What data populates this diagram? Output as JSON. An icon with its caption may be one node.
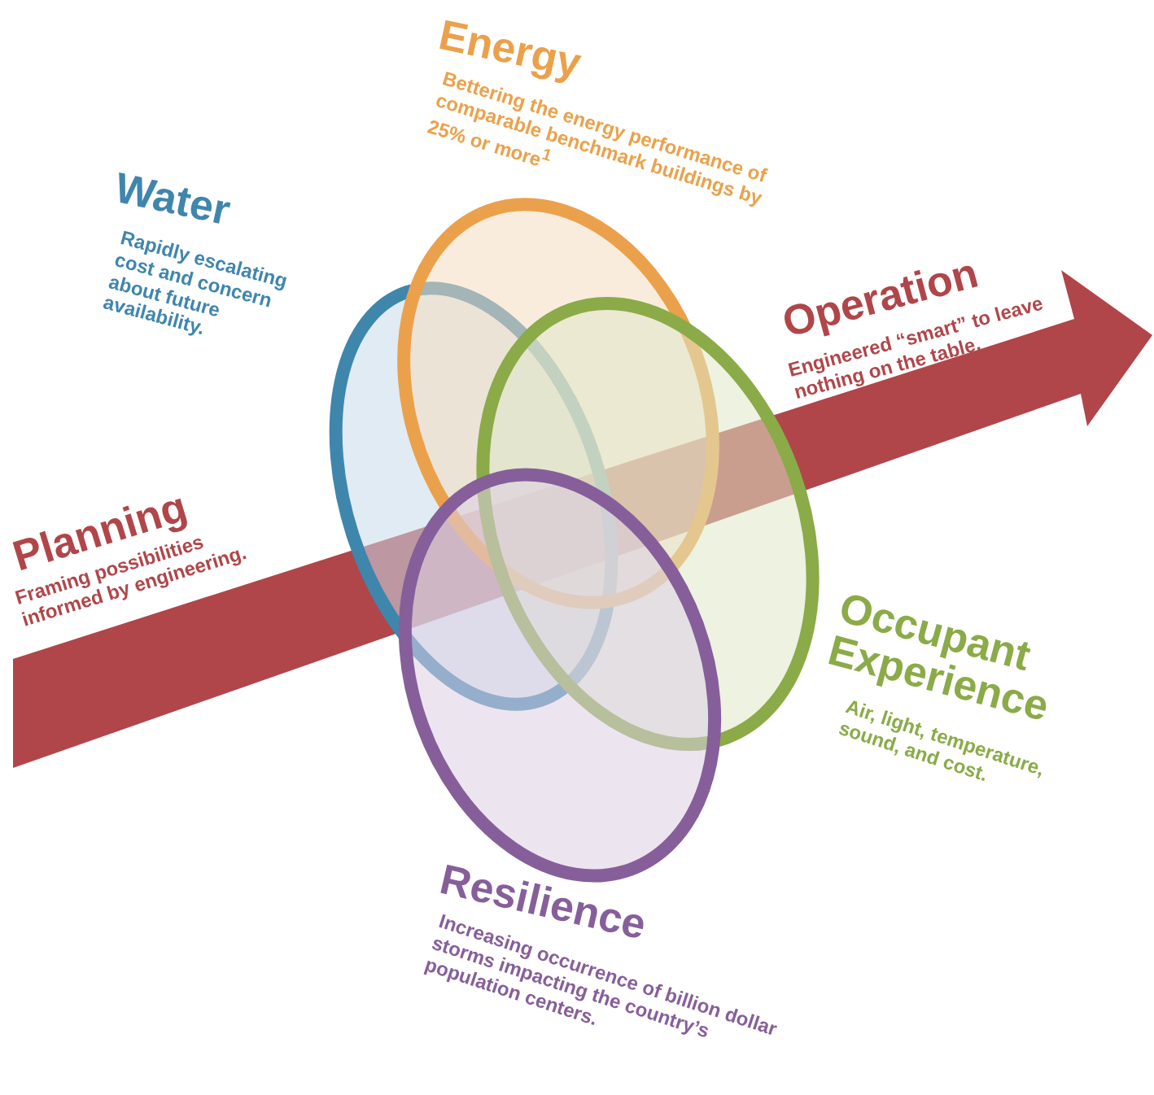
{
  "diagram": {
    "labels": [
      "Energy",
      "Bettering the energy performance of comparable benchmark buildings by 25% or more$^{1}$",
      "Water",
      "Rapidly escalating cost and concern about future availability.",
      "Operation",
      "Engineered “smart” to leave nothing on the table.",
      "Planning",
      "Framing possibilities informed by engineering.",
      "Occupant Experience",
      "Air, light, temperature, sound, and cost.",
      "Resilience",
      "Increasing occurrence of billion dollar storms impacting the country’s population centers."
    ]
  }
}
